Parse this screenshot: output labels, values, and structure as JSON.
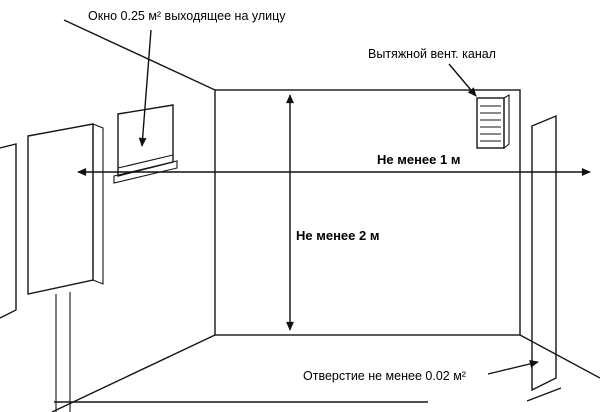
{
  "colors": {
    "background": "#ffffff",
    "line": "#161616",
    "text": "#000000"
  },
  "labels": {
    "window": "Окно 0.25 м² выходящее  на улицу",
    "vent_duct": "Вытяжной вент. канал",
    "min_distance_width": "Не менее 1 м",
    "min_distance_height": "Не менее 2 м",
    "floor_opening": "Отверстие не менее 0.02 м²"
  }
}
